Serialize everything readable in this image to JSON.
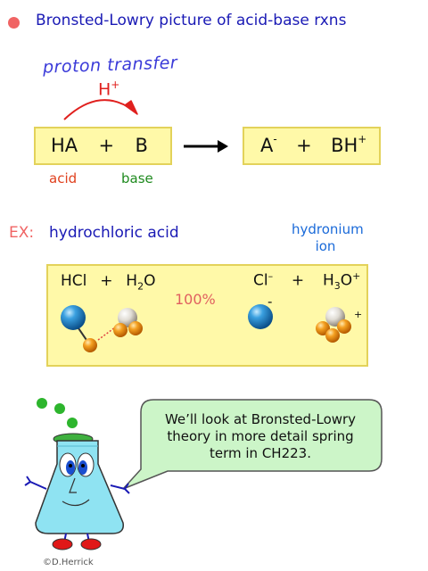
{
  "heading": "Bronsted-Lowry picture of acid-base rxns",
  "proton_transfer": "proton transfer",
  "h_plus": {
    "base": "H",
    "sup": "+"
  },
  "eq1": {
    "left": {
      "ha": "HA",
      "plus": "+",
      "b": "B"
    },
    "right": {
      "a": "A",
      "a_sup": "-",
      "plus": "+",
      "bh": "BH",
      "bh_sup": "+"
    }
  },
  "labels": {
    "acid": "acid",
    "base": "base"
  },
  "example": {
    "ex": "EX:",
    "name": "hydrochloric acid"
  },
  "hydronium": {
    "line1": "hydronium",
    "line2": "ion"
  },
  "eq2": {
    "hcl": "HCl",
    "plus1": "+",
    "h2o_h": "H",
    "h2o_sub": "2",
    "h2o_o": "O",
    "percent": "100%",
    "cl": "Cl",
    "cl_sup": "–",
    "plus2": "+",
    "h3o_h": "H",
    "h3o_sub": "3",
    "h3o_o": "O",
    "h3o_sup": "+",
    "cl_charge": "-",
    "h3o_charge": "+"
  },
  "bubble": {
    "line1": "We’ll look at Bronsted-Lowry",
    "line2": "theory in more detail spring",
    "line3": "term in CH223."
  },
  "credit": "©D.Herrick",
  "colors": {
    "box_fill": "#fff9a8",
    "box_border": "#e3d25a",
    "heading": "#1a1ab5",
    "bubble_fill": "#ccf5c8",
    "chlorine": "#2f8fd0",
    "oxygen": "#f09a1e",
    "hydrogen": "#d8d4cc"
  }
}
